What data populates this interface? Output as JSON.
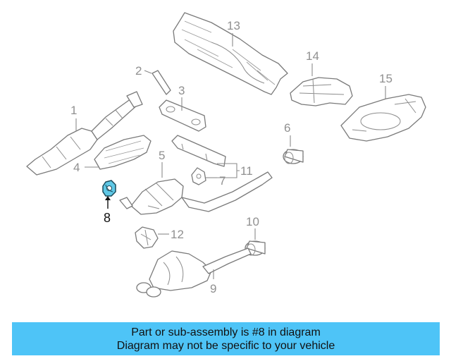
{
  "diagram": {
    "callouts": {
      "c1": "1",
      "c2": "2",
      "c3": "3",
      "c4": "4",
      "c5": "5",
      "c6": "6",
      "c7": "7",
      "c8": "8",
      "c9": "9",
      "c10": "10",
      "c11": "11",
      "c12": "12",
      "c13": "13",
      "c14": "14",
      "c15": "15"
    },
    "highlighted_part": "8",
    "highlight_color": "#5fc8e6"
  },
  "caption": {
    "line1": "Part or sub-assembly is #8 in diagram",
    "line2": "Diagram may not be specific to your vehicle",
    "background": "#4ec4f7"
  }
}
